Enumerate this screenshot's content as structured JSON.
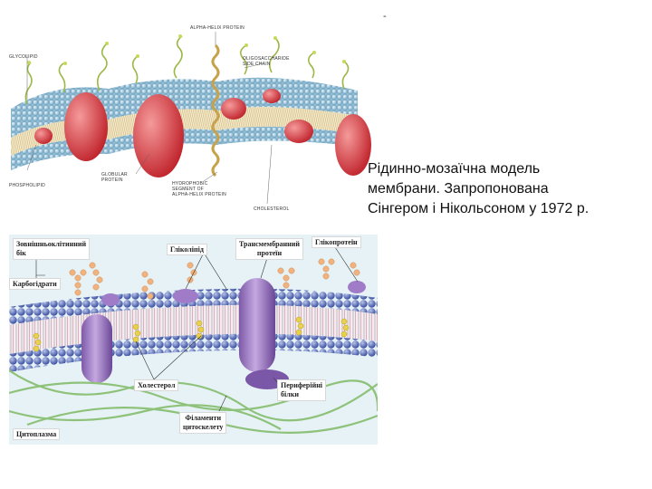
{
  "header": {
    "mark": "-"
  },
  "caption": {
    "line1": "Рідинно-мозаїчна модель",
    "line2": "мембрани. Запропонована",
    "line3": "Сінгером і Нікольсоном у 1972 р."
  },
  "top_diagram": {
    "labels": {
      "alpha_helix_protein": "ALPHA-HELIX PROTEIN",
      "glycolipid": "GLYCOLIPID",
      "oligosaccharide": "OLIGOSACCHARIDE",
      "side_chain": "SIDE CHAIN",
      "phospholipid": "PHOSPHOLIPID",
      "globular": "GLOBULAR",
      "protein": "PROTEIN",
      "hydrophobic": "HYDROPHOBIC",
      "segment_of": "SEGMENT OF",
      "alpha_helix_protein_2": "ALPHA-HELIX PROTEIN",
      "cholesterol": "CHOLESTEROL"
    }
  },
  "bottom_diagram": {
    "labels": {
      "outer_side_1": "Зовнішньоклітинний",
      "outer_side_2": "бік",
      "carbohydrates": "Карбогідрати",
      "glycolipid": "Гліколіпід",
      "transmembrane_1": "Трансмембранний",
      "transmembrane_2": "протеїн",
      "glycoprotein": "Глікопротеїн",
      "cholesterol": "Холестерол",
      "peripheral_1": "Периферійні",
      "peripheral_2": "білки",
      "filaments_1": "Філаменти",
      "filaments_2": "цитоскелету",
      "cytoplasm": "Цитоплазма"
    }
  }
}
